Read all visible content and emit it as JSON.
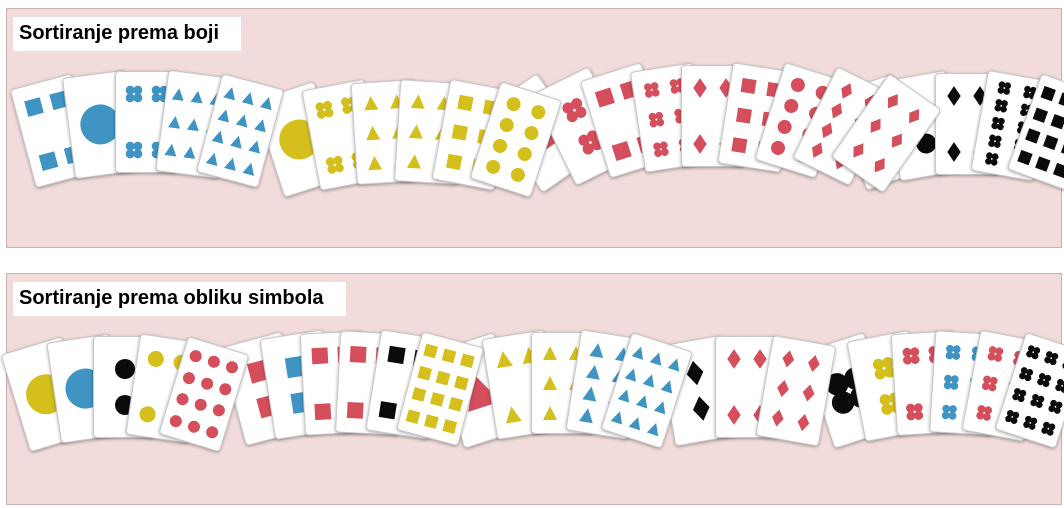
{
  "colors": {
    "blue": "#3f94c4",
    "yellow": "#d5bf1c",
    "red": "#d44e5c",
    "black": "#0b0b0b",
    "panel": "#f2dcdb"
  },
  "sections": [
    {
      "title": "Sortiranje prema boji",
      "groups": [
        {
          "cards": [
            {
              "shape": "square",
              "color": "blue",
              "count": 4
            },
            {
              "shape": "circle",
              "color": "blue",
              "count": 1
            },
            {
              "shape": "cross",
              "color": "blue",
              "count": 4
            },
            {
              "shape": "triangle",
              "color": "blue",
              "count": 9
            },
            {
              "shape": "triangle",
              "color": "blue",
              "count": 12
            }
          ]
        },
        {
          "cards": [
            {
              "shape": "circle",
              "color": "yellow",
              "count": 1
            },
            {
              "shape": "cross",
              "color": "yellow",
              "count": 4
            },
            {
              "shape": "triangle",
              "color": "yellow",
              "count": 6
            },
            {
              "shape": "triangle",
              "color": "yellow",
              "count": 6
            },
            {
              "shape": "square",
              "color": "yellow",
              "count": 6
            },
            {
              "shape": "circle",
              "color": "yellow",
              "count": 8
            }
          ]
        },
        {
          "cards": [
            {
              "shape": "triangle",
              "color": "red",
              "count": 1
            },
            {
              "shape": "cross",
              "color": "red",
              "count": 2
            },
            {
              "shape": "square",
              "color": "red",
              "count": 4
            },
            {
              "shape": "cross",
              "color": "red",
              "count": 6
            },
            {
              "shape": "diamond",
              "color": "red",
              "count": 4
            },
            {
              "shape": "square",
              "color": "red",
              "count": 6
            },
            {
              "shape": "circle",
              "color": "red",
              "count": 8
            },
            {
              "shape": "diamond",
              "color": "red",
              "count": 8
            },
            {
              "shape": "diamond",
              "color": "red",
              "count": 6
            }
          ]
        },
        {
          "cards": [
            {
              "shape": "cross",
              "color": "black",
              "count": 1
            },
            {
              "shape": "circle",
              "color": "black",
              "count": 2
            },
            {
              "shape": "diamond",
              "color": "black",
              "count": 4
            },
            {
              "shape": "cross",
              "color": "black",
              "count": 10
            },
            {
              "shape": "square",
              "color": "black",
              "count": 12
            }
          ]
        }
      ]
    },
    {
      "title": "Sortiranje prema obliku simbola",
      "groups": [
        {
          "cards": [
            {
              "shape": "circle",
              "color": "yellow",
              "count": 1
            },
            {
              "shape": "circle",
              "color": "blue",
              "count": 1
            },
            {
              "shape": "circle",
              "color": "black",
              "count": 2
            },
            {
              "shape": "circle",
              "color": "yellow",
              "count": 4
            },
            {
              "shape": "circle",
              "color": "red",
              "count": 12
            }
          ]
        },
        {
          "cards": [
            {
              "shape": "square",
              "color": "red",
              "count": 2
            },
            {
              "shape": "square",
              "color": "blue",
              "count": 2
            },
            {
              "shape": "square",
              "color": "red",
              "count": 4
            },
            {
              "shape": "square",
              "color": "red",
              "count": 4
            },
            {
              "shape": "square",
              "color": "black",
              "count": 4
            },
            {
              "shape": "square",
              "color": "yellow",
              "count": 12
            }
          ]
        },
        {
          "cards": [
            {
              "shape": "triangle",
              "color": "red",
              "count": 1
            },
            {
              "shape": "triangle",
              "color": "yellow",
              "count": 4
            },
            {
              "shape": "triangle",
              "color": "yellow",
              "count": 6
            },
            {
              "shape": "triangle",
              "color": "blue",
              "count": 8
            },
            {
              "shape": "triangle",
              "color": "blue",
              "count": 12
            }
          ]
        },
        {
          "cards": [
            {
              "shape": "diamond",
              "color": "black",
              "count": 2
            },
            {
              "shape": "diamond",
              "color": "red",
              "count": 4
            },
            {
              "shape": "diamond",
              "color": "red",
              "count": 6
            }
          ]
        },
        {
          "cards": [
            {
              "shape": "cross",
              "color": "black",
              "count": 1
            },
            {
              "shape": "cross",
              "color": "yellow",
              "count": 2
            },
            {
              "shape": "cross",
              "color": "red",
              "count": 4
            },
            {
              "shape": "cross",
              "color": "blue",
              "count": 6
            },
            {
              "shape": "cross",
              "color": "red",
              "count": 6
            },
            {
              "shape": "cross",
              "color": "black",
              "count": 12
            }
          ]
        }
      ]
    }
  ]
}
